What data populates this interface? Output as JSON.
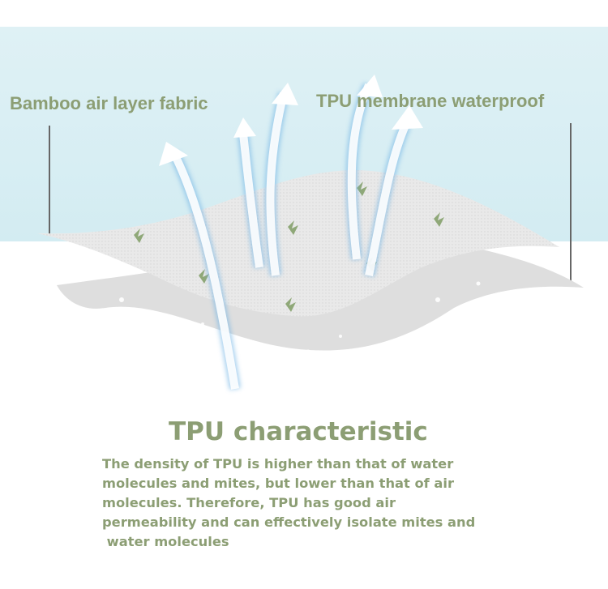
{
  "labels": {
    "left": "Bamboo air layer fabric",
    "right": "TPU membrane waterproof"
  },
  "section": {
    "title": "TPU characteristic",
    "lines": [
      "The density of TPU is higher than that of water",
      "molecules and mites, but lower than that of air",
      "molecules. Therefore, TPU has good air",
      "permeability and can effectively isolate mites and",
      " water molecules"
    ]
  },
  "colors": {
    "text": "#8c9e74",
    "sky": "#dff1f5",
    "fabric": "#e6e6e6",
    "arrow_glow": "#5aa8e0"
  }
}
